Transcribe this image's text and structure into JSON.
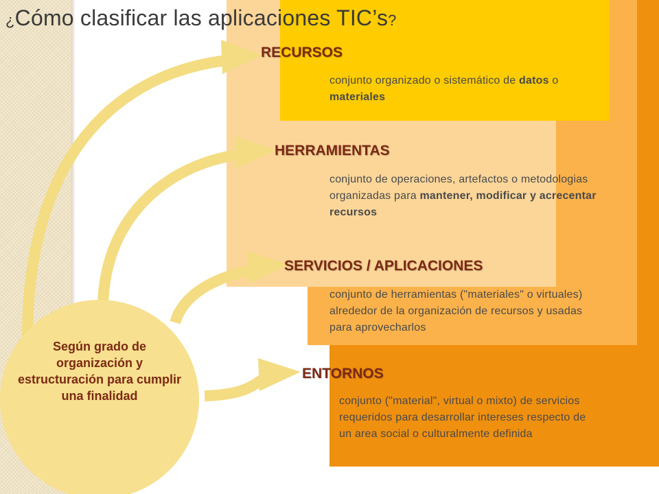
{
  "title": {
    "pre": "¿",
    "main": "Cómo clasificar las aplicaciones TIC’s",
    "post": "?"
  },
  "center_label": "Según grado de organización y estructuración para cumplir una finalidad",
  "layers": [
    {
      "heading": "RECURSOS",
      "desc_parts": [
        {
          "text": "conjunto organizado o sistemático de ",
          "bold": false
        },
        {
          "text": "datos",
          "bold": true
        },
        {
          "text": " o ",
          "bold": false
        },
        {
          "text": "materiales",
          "bold": true
        }
      ]
    },
    {
      "heading": "HERRAMIENTAS",
      "desc_parts": [
        {
          "text": "conjunto de operaciones, artefactos o metodologias organizadas para ",
          "bold": false
        },
        {
          "text": "mantener, modificar y acrecentar recursos",
          "bold": true
        }
      ]
    },
    {
      "heading": "SERVICIOS / APLICACIONES",
      "desc_parts": [
        {
          "text": "conjunto de herramientas (\"materiales\" o virtuales) alrededor de la organización de recursos y usadas para aprovecharlos",
          "bold": false
        }
      ]
    },
    {
      "heading": "ENTORNOS",
      "desc_parts": [
        {
          "text": "conjunto (\"material\", virtual o mixto) de servicios requeridos para desarrollar intereses respecto de un area social o culturalmente definida",
          "bold": false
        }
      ]
    }
  ],
  "colors": {
    "recursos": "#ffcc00",
    "herramientas": "#fcd699",
    "servicios": "#fbb24a",
    "entornos": "#f0900f",
    "arrow": "#f3dc82",
    "circle": "#f7e08f",
    "heading": "#7b2a14"
  }
}
